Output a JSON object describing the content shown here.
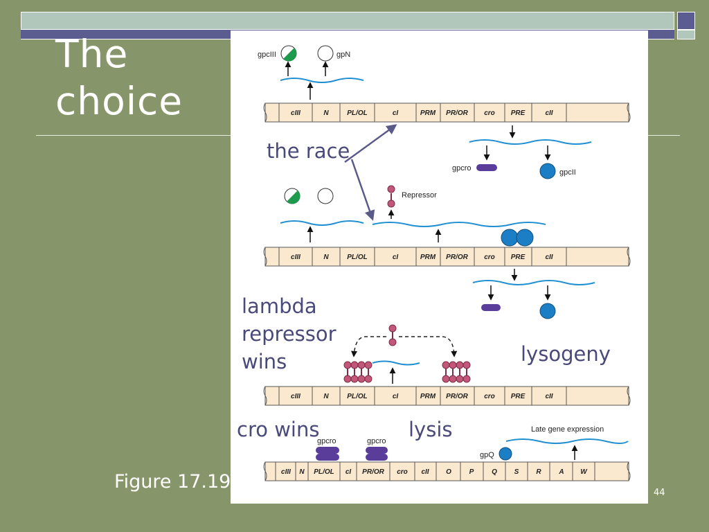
{
  "slide": {
    "title": "The\nchoice",
    "figure_ref": "Figure 17.19",
    "page_number": "44"
  },
  "colors": {
    "background": "#86966a",
    "accent_purple": "#5b5c8f",
    "accent_teal": "#b1c7bb",
    "annotation_text": "#4a4a7a",
    "mrna_blue": "#1f8fd1",
    "cII_protein": "#1c7fc6",
    "cIII_protein": "#1d9a4b",
    "cro_protein": "#5a3d9a",
    "repressor": "#c2577a",
    "gene_bar": "#fbe9cf"
  },
  "diagram": {
    "rows": [
      {
        "genes": [
          "cIII",
          "N",
          "PL/OL",
          "cI",
          "PRM",
          "PR/OR",
          "cro",
          "PRE",
          "cII"
        ]
      },
      {
        "genes": [
          "cIII",
          "N",
          "PL/OL",
          "cI",
          "PRM",
          "PR/OR",
          "cro",
          "PRE",
          "cII"
        ]
      },
      {
        "genes": [
          "cIII",
          "N",
          "PL/OL",
          "cI",
          "PRM",
          "PR/OR",
          "cro",
          "PRE",
          "cII"
        ]
      },
      {
        "genes": [
          "cIII",
          "N",
          "PL/OL",
          "cI",
          "PR/OR",
          "cro",
          "cII",
          "O",
          "P",
          "Q",
          "S",
          "R",
          "A",
          "W"
        ]
      }
    ],
    "protein_labels": {
      "gpcIII": "gpcIII",
      "gpN": "gpN",
      "gpcro": "gpcro",
      "gpcII": "gpcII",
      "repressor": "Repressor",
      "gpQ": "gpQ",
      "late": "Late gene expression"
    },
    "annotations": {
      "race": "the race",
      "lambda": "lambda",
      "repressor": "repressor",
      "wins": "wins",
      "lysogeny": "lysogeny",
      "cro_wins": "cro wins",
      "lysis": "lysis"
    }
  }
}
